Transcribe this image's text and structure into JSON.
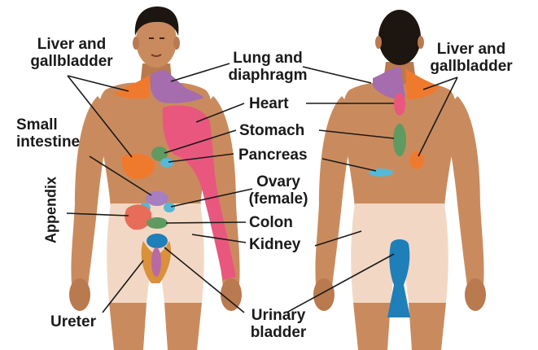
{
  "labels": {
    "liver_gallbladder_front": {
      "line1": "Liver and",
      "line2": "gallbladder"
    },
    "lung_diaphragm": {
      "line1": "Lung and",
      "line2": "diaphragm"
    },
    "heart": "Heart",
    "stomach": "Stomach",
    "pancreas": "Pancreas",
    "small_intestine": {
      "line1": "Small",
      "line2": "intestine"
    },
    "ovary": {
      "line1": "Ovary",
      "line2": "(female)"
    },
    "appendix": "Appendix",
    "colon": "Colon",
    "kidney": "Kidney",
    "ureter": "Ureter",
    "urinary_bladder": {
      "line1": "Urinary",
      "line2": "bladder"
    },
    "liver_gallbladder_back": {
      "line1": "Liver and",
      "line2": "gallbladder"
    }
  },
  "colors": {
    "skin": "#c98b5e",
    "skin_dark": "#a86b43",
    "hair": "#1c1510",
    "shorts": "#f2d8c4",
    "liver": "#ef7a2e",
    "lung": "#a56cae",
    "heart": "#e9577f",
    "stomach": "#5f9a62",
    "pancreas": "#56b8d6",
    "intestine": "#a57fbf",
    "appendix": "#e76d5a",
    "kidney": "#1f7fb8",
    "ureter": "#d9913c",
    "bladder": "#b86aa3"
  }
}
